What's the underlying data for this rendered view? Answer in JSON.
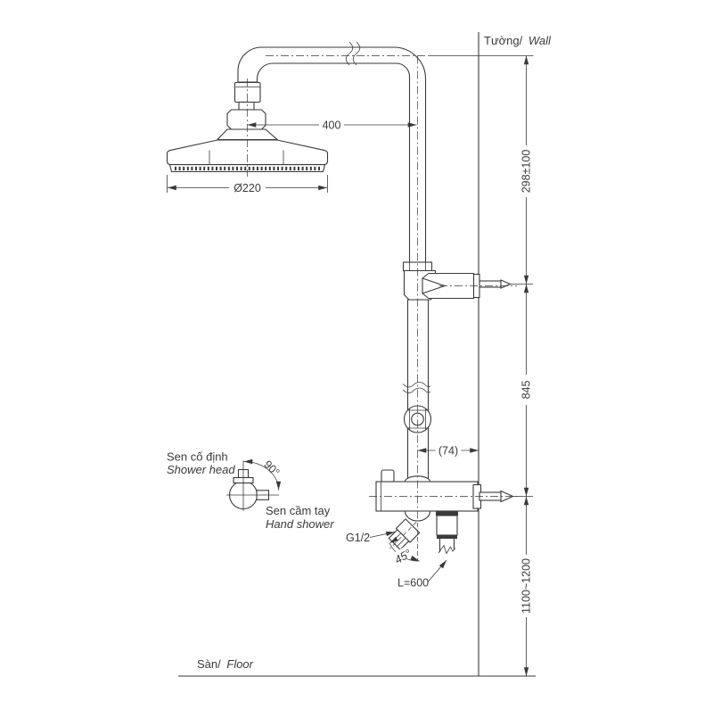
{
  "wall_label": {
    "vi": "Tường/",
    "en": "Wall"
  },
  "floor_label": {
    "vi": "Sàn/",
    "en": "Floor"
  },
  "fixed_shower_label": {
    "vi": "Sen cố định",
    "en": "Shower head"
  },
  "hand_shower_label": {
    "vi": "Sen cầm tay",
    "en": "Hand shower"
  },
  "dimensions": {
    "arm_to_pipe": "400",
    "head_diameter": "Ø220",
    "pipe_top_to_bracket": "298±100",
    "bracket_to_mixer": "845",
    "mixer_to_floor": "1100~1200",
    "pipe_to_wall": "(74)",
    "hose_length": "L=600",
    "connection_thread": "G1/2",
    "spout_angle": "45°",
    "swivel_angle": "90°"
  },
  "colors": {
    "line": "#3a3a3a",
    "background": "#ffffff"
  }
}
